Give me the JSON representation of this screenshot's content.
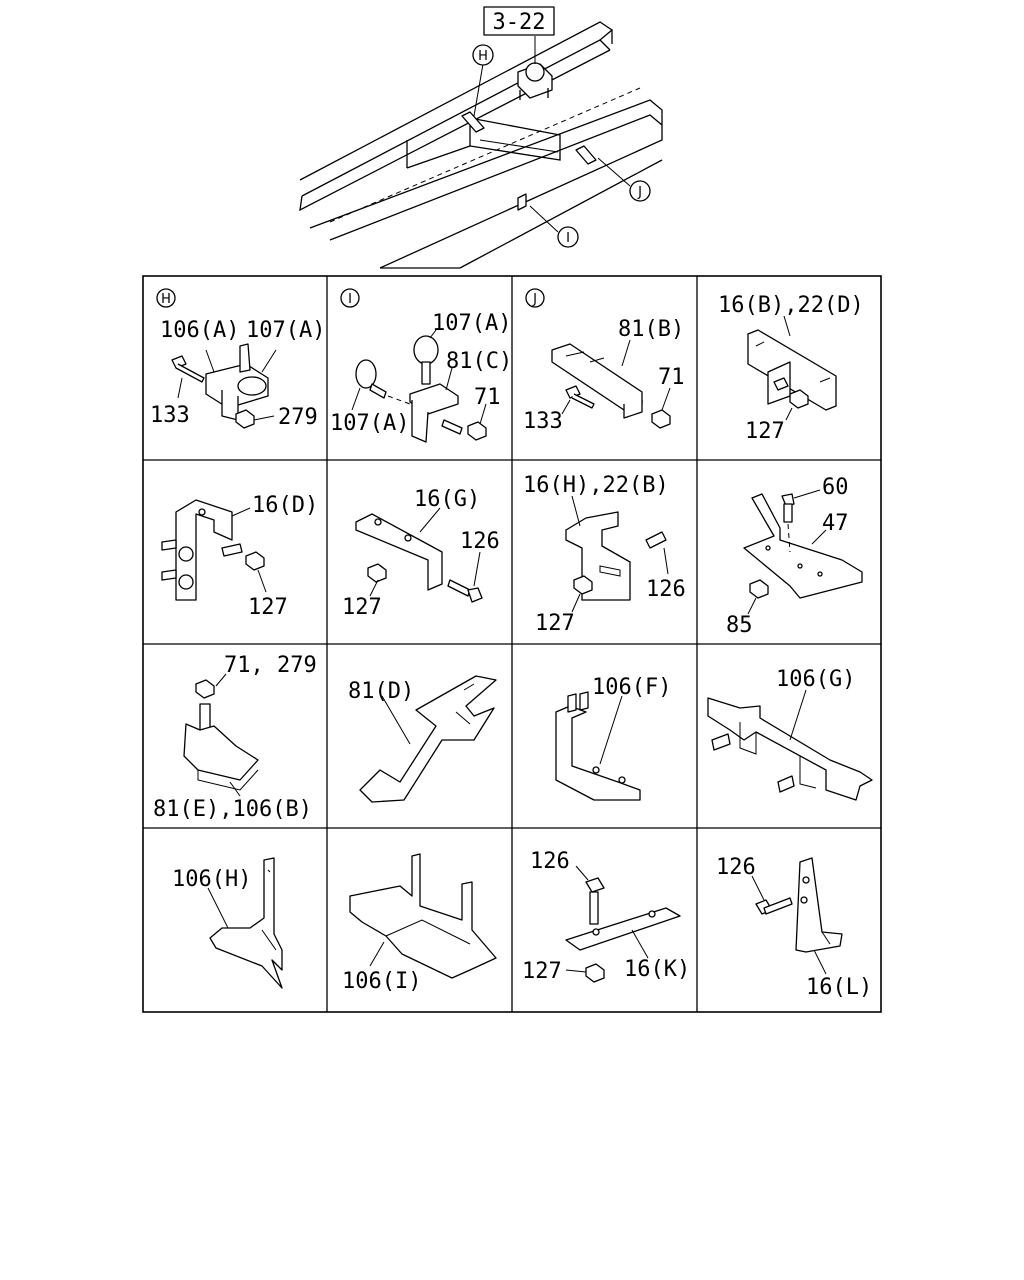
{
  "overview": {
    "ref_box": "3-22",
    "markers": [
      "H",
      "J",
      "I"
    ]
  },
  "cells": [
    {
      "marker": "H",
      "labels": [
        "106(A)",
        "107(A)",
        "133",
        "279"
      ]
    },
    {
      "marker": "I",
      "labels": [
        "107(A)",
        "81(C)",
        "71",
        "107(A)"
      ]
    },
    {
      "marker": "J",
      "labels": [
        "81(B)",
        "71",
        "133"
      ]
    },
    {
      "marker": "",
      "labels": [
        "16(B),22(D)",
        "127"
      ]
    },
    {
      "marker": "",
      "labels": [
        "16(D)",
        "127"
      ]
    },
    {
      "marker": "",
      "labels": [
        "16(G)",
        "126",
        "127"
      ]
    },
    {
      "marker": "",
      "labels": [
        "16(H),22(B)",
        "126",
        "127"
      ]
    },
    {
      "marker": "",
      "labels": [
        "60",
        "47",
        "85"
      ]
    },
    {
      "marker": "",
      "labels": [
        "71, 279",
        "81(E),106(B)"
      ]
    },
    {
      "marker": "",
      "labels": [
        "81(D)"
      ]
    },
    {
      "marker": "",
      "labels": [
        "106(F)"
      ]
    },
    {
      "marker": "",
      "labels": [
        "106(G)"
      ]
    },
    {
      "marker": "",
      "labels": [
        "106(H)"
      ]
    },
    {
      "marker": "",
      "labels": [
        "106(I)"
      ]
    },
    {
      "marker": "",
      "labels": [
        "126",
        "127",
        "16(K)"
      ]
    },
    {
      "marker": "",
      "labels": [
        "126",
        "16(L)"
      ]
    }
  ]
}
